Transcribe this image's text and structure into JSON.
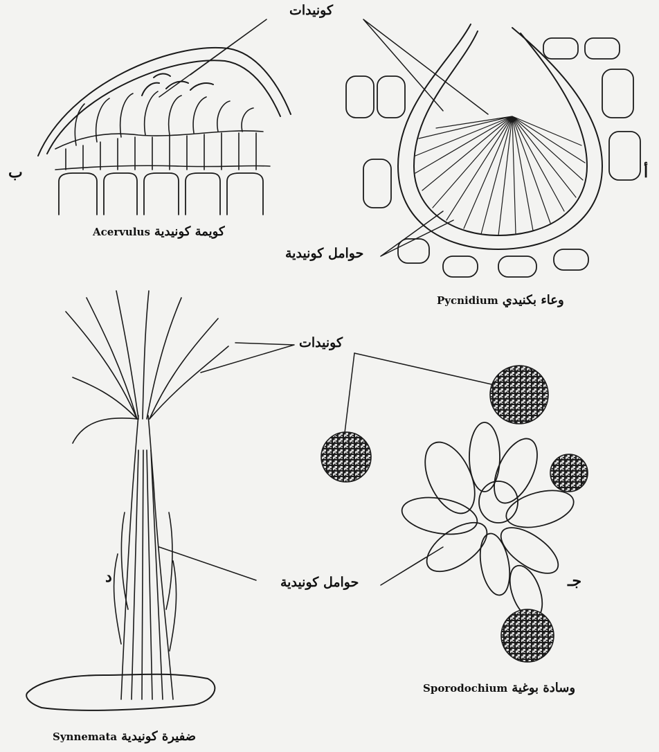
{
  "labels": {
    "conidia_top": "كونيدات",
    "conidia_mid": "كونيدات",
    "conidiophores_top": "حوامل كونيدية",
    "conidiophores_bottom": "حوامل كونيدية"
  },
  "captions": {
    "acervulus": {
      "arabic": "كويمة كونيدية",
      "latin": "Acervulus"
    },
    "pycnidium": {
      "arabic": "وعاء بكنيدي",
      "latin": "Pycnidium"
    },
    "synnemata": {
      "arabic": "ضفيرة كونيدية",
      "latin": "Synnemata"
    },
    "sporodochium": {
      "arabic": "وسادة بوغية",
      "latin": "Sporodochium"
    }
  },
  "panel_letters": {
    "acervulus": "ب",
    "pycnidium": "أ",
    "sporodochium": "جـ",
    "synnemata": "د"
  }
}
